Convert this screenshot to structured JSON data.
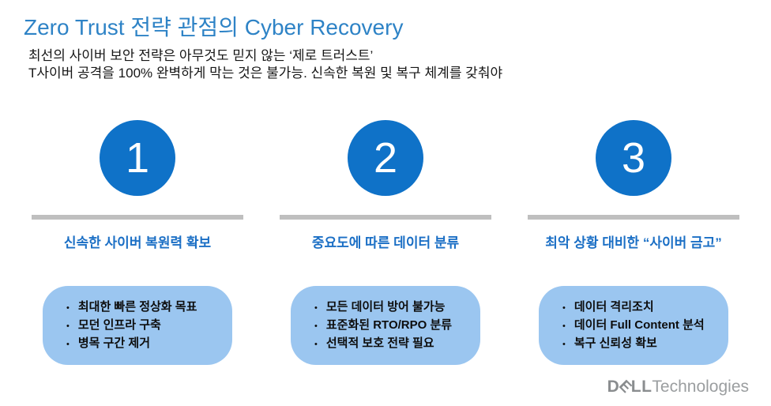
{
  "slide": {
    "title": "Zero Trust 전략 관점의 Cyber Recovery",
    "subtitle_line1": "최선의 사이버 보안 전략은 아무것도 믿지 않는 ‘제로 트러스트’",
    "subtitle_line2": "T사이버 공격을 100% 완벽하게 막는 것은 불가능. 신속한 복원 및 복구 체계를 갖춰야"
  },
  "columns": [
    {
      "number": "1",
      "heading": "신속한 사이버 복원력 확보",
      "bullets": [
        "최대한 빠른 정상화 목표",
        "모던 인프라 구축",
        "병목 구간 제거"
      ]
    },
    {
      "number": "2",
      "heading": "중요도에 따른 데이터 분류",
      "bullets": [
        "모든 데이터 방어 불가능",
        "표준화된 RTO/RPO 분류",
        "선택적 보호 전략 필요"
      ]
    },
    {
      "number": "3",
      "heading": "최악 상황 대비한 “사이버 금고”",
      "bullets": [
        "데이터 격리조치",
        "데이터 Full Content 분석",
        "복구 신뢰성 확보"
      ]
    }
  ],
  "bullet_glyph": "•",
  "footer": {
    "dell_d": "D",
    "dell_e": "E",
    "dell_ll": "LL",
    "technologies": "Technologies"
  },
  "colors": {
    "title_blue": "#2e83c6",
    "circle_blue": "#0f72c8",
    "heading_blue": "#1b6fc5",
    "box_fill_blue": "#9bc6f0",
    "divider_gray": "#bfbfbf",
    "logo_gray": "#8a8d8f",
    "body_text": "#161616",
    "background": "#ffffff"
  }
}
